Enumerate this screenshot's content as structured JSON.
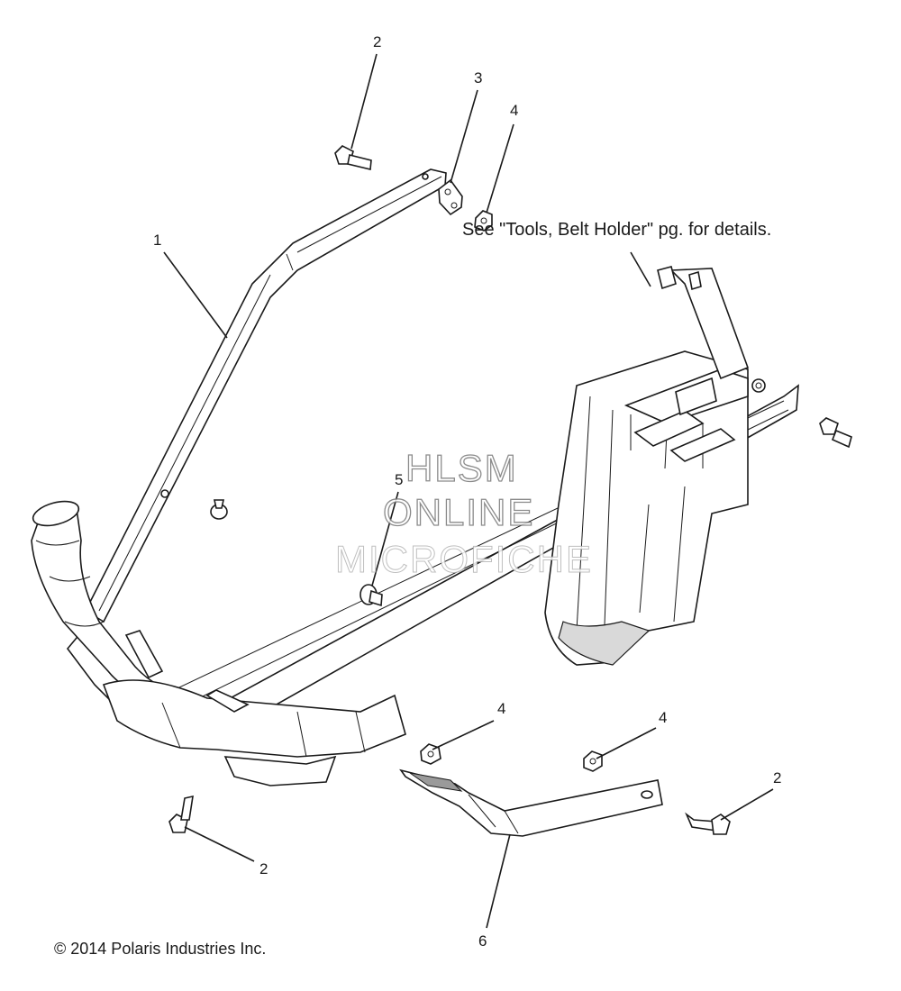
{
  "diagram": {
    "callouts": [
      {
        "id": "c2-top",
        "label": "2"
      },
      {
        "id": "c3",
        "label": "3"
      },
      {
        "id": "c4-top",
        "label": "4"
      },
      {
        "id": "c1",
        "label": "1"
      },
      {
        "id": "c5",
        "label": "5"
      },
      {
        "id": "c4-mid",
        "label": "4"
      },
      {
        "id": "c4-right",
        "label": "4"
      },
      {
        "id": "c2-right",
        "label": "2"
      },
      {
        "id": "c2-left",
        "label": "2"
      },
      {
        "id": "c6",
        "label": "6"
      }
    ],
    "note": "See \"Tools, Belt Holder\" pg. for details.",
    "copyright": "© 2014 Polaris Industries Inc.",
    "watermark": [
      "HLSM",
      "ONLINE",
      "MICROFICHE"
    ]
  }
}
